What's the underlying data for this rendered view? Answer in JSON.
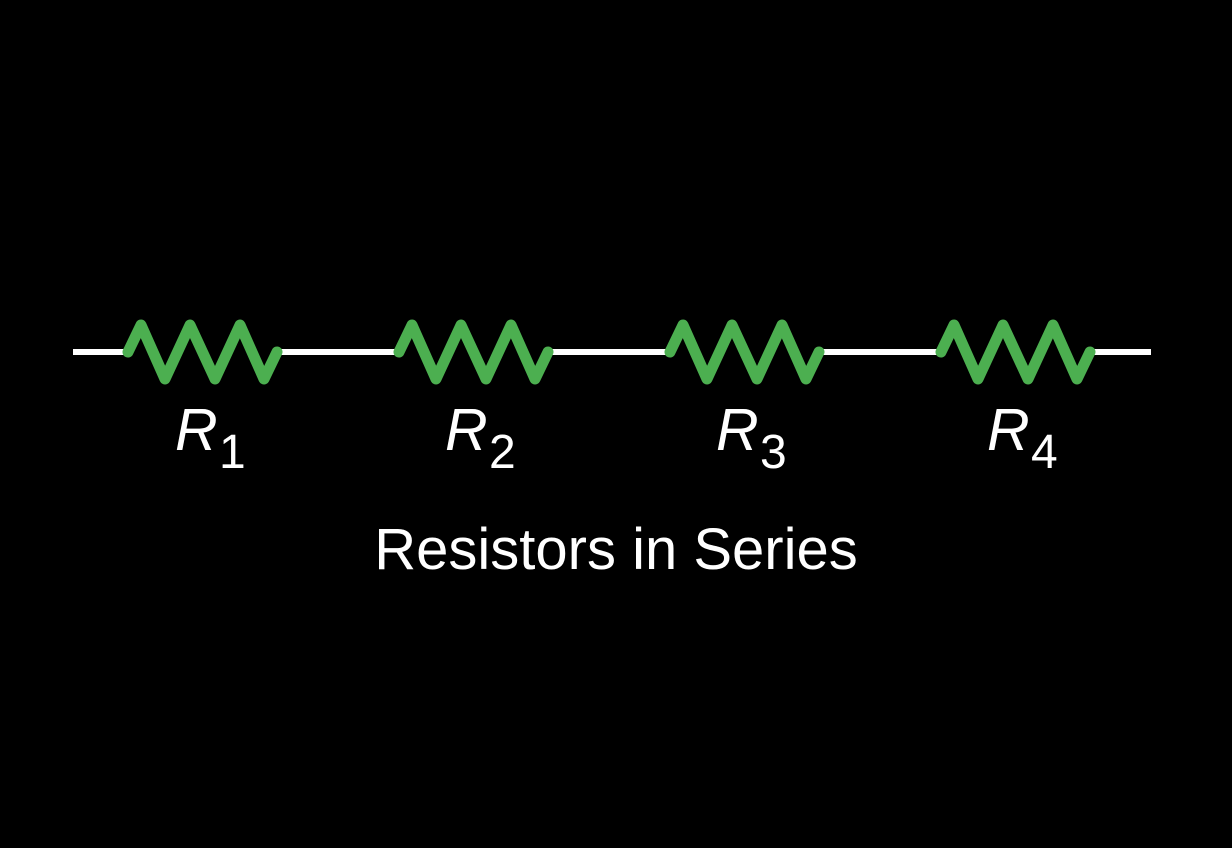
{
  "diagram": {
    "title": "Resistors in Series",
    "background_color": "#000000",
    "wire_color": "#ffffff",
    "resistor_color": "#4caf50",
    "label_color": "#ffffff",
    "resistors": [
      {
        "symbol": "R",
        "subscript": "1"
      },
      {
        "symbol": "R",
        "subscript": "2"
      },
      {
        "symbol": "R",
        "subscript": "3"
      },
      {
        "symbol": "R",
        "subscript": "4"
      }
    ]
  }
}
